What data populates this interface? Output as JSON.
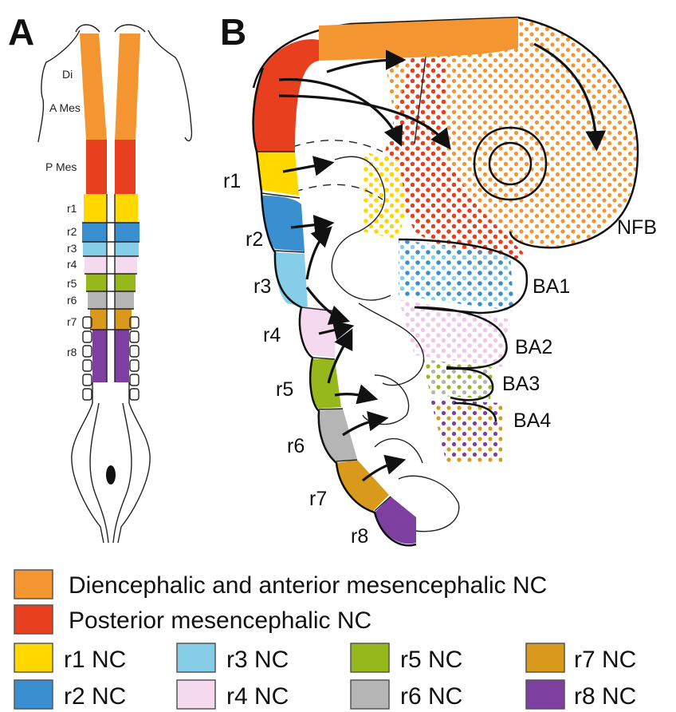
{
  "panels": {
    "a_label": "A",
    "b_label": "B"
  },
  "panel_a": {
    "region_labels": [
      "Di",
      "A Mes",
      "P Mes"
    ],
    "segment_labels": [
      "r1",
      "r2",
      "r3",
      "r4",
      "r5",
      "r6",
      "r7",
      "r8"
    ]
  },
  "panel_b": {
    "rhombomere_labels": [
      "r1",
      "r2",
      "r3",
      "r4",
      "r5",
      "r6",
      "r7",
      "r8"
    ],
    "structure_labels": [
      "NFB",
      "BA1",
      "BA2",
      "BA3",
      "BA4"
    ]
  },
  "legend": [
    {
      "label": "Diencephalic and anterior mesencephalic NC",
      "color": "#f39632"
    },
    {
      "label": "Posterior mesencephalic NC",
      "color": "#e8401f"
    },
    {
      "label": "r1 NC",
      "color": "#ffd800"
    },
    {
      "label": "r2 NC",
      "color": "#3a8fd0"
    },
    {
      "label": "r3 NC",
      "color": "#86cde8"
    },
    {
      "label": "r4 NC",
      "color": "#f4d9ef"
    },
    {
      "label": "r5 NC",
      "color": "#96b81c"
    },
    {
      "label": "r6 NC",
      "color": "#b5b5b5"
    },
    {
      "label": "r7 NC",
      "color": "#d99a1c"
    },
    {
      "label": "r8 NC",
      "color": "#7d40a0"
    }
  ]
}
